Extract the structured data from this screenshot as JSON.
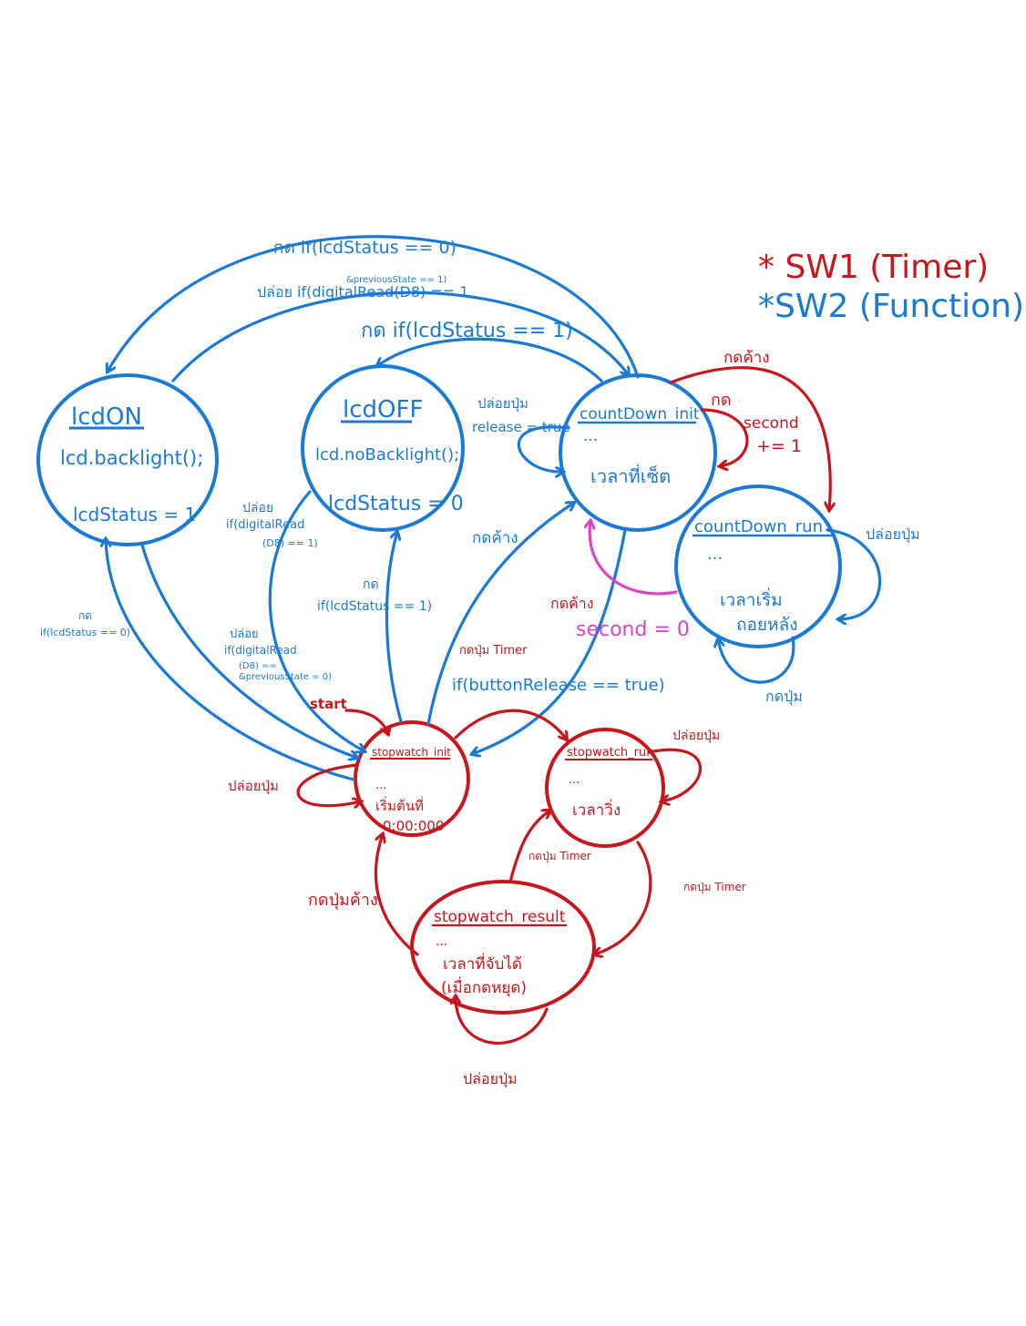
{
  "legend": {
    "sw1": "* SW1 (Timer)",
    "sw2": "*SW2 (Function)"
  },
  "colors": {
    "blue": "#1a7ad6",
    "red": "#c8161d",
    "pink": "#d646c8"
  },
  "states": {
    "lcdOn": {
      "title": "lcdON",
      "line1": "lcd.backlight();",
      "line2": "lcdStatus = 1"
    },
    "lcdOff": {
      "title": "lcdOFF",
      "line1": "lcd.noBacklight();",
      "line2": "lcdStatus = 0"
    },
    "countInit": {
      "title": "countDown_init",
      "line1": "...",
      "line2": "เวลาที่เซ็ต"
    },
    "countRun": {
      "title": "countDown_run",
      "line1": "...",
      "line2": "เวลาเริ่ม",
      "line3": "ถอยหลัง"
    },
    "swInit": {
      "title": "stopwatch_init",
      "line1": "...",
      "line2": "เริ่มต้นที่",
      "line3": "0:00:000"
    },
    "swRun": {
      "title": "stopwatch_run",
      "line1": "...",
      "line2": "เวลาวิ่ง"
    },
    "swResult": {
      "title": "stopwatch_result",
      "line1": "...",
      "line2": "เวลาที่จับได้",
      "line3": "(เมื่อกดหยุด)"
    }
  },
  "labels": {
    "topPress": "กด if(lcdStatus == 0)",
    "topRelease": "ปล่อย if(digitalRead(D8) == 1",
    "topReleaseSub": "&previousState == 1)",
    "midPress": "กด if(lcdStatus == 1)",
    "releaseTrue1": "ปล่อยปุ่ม",
    "releaseTrue2": "release = true",
    "holdTop": "กดค้าง",
    "press": "กด",
    "secondInc1": "second",
    "secondInc2": "+= 1",
    "releaseBtnRight": "ปล่อยปุ่ม",
    "pressBtnBottom": "กดปุ่ม",
    "leftRelease1": "ปล่อย",
    "leftRelease2": "if(digitalRead",
    "leftRelease3": "(D8) == 1)",
    "leftRelease4": "ปล่อย",
    "leftRelease5": "if(digitalRead",
    "leftRelease6": "(D8) ==",
    "leftRelease7": "&previousState = 0)",
    "farLeft1": "กด",
    "farLeft2": "if(lcdStatus == 0)",
    "centerPress1": "กด",
    "centerPress2": "if(lcdStatus == 1)",
    "holdMid": "กดค้าง",
    "holdPink": "กดค้าง",
    "secondZero": "second = 0",
    "timerPress": "กดปุ่ม Timer",
    "buttonRelease": "if(buttonRelease == true)",
    "start": "start",
    "swInitRelease": "ปล่อยปุ่ม",
    "swRunRelease": "ปล่อยปุ่ม",
    "timerPress2": "กดปุ่ม Timer",
    "timerPress3": "กดปุ่ม Timer",
    "holdReset": "กดปุ่มค้าง",
    "resultRelease": "ปล่อยปุ่ม"
  }
}
